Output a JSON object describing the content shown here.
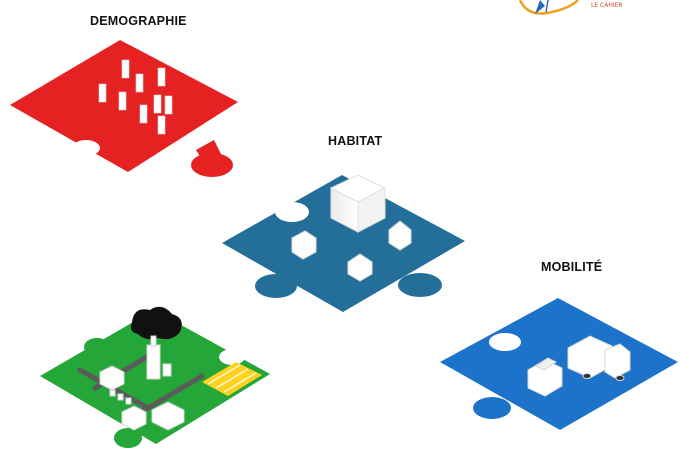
{
  "labels": {
    "demographie": "DEMOGRAPHIE",
    "habitat": "HABITAT",
    "mobilite": "MOBILITÉ"
  },
  "logo": {
    "text": "LE CAHIER",
    "icon": "compass-logo-icon"
  },
  "colors": {
    "demographie": "#e52121",
    "habitat": "#236f9a",
    "mobilite": "#1d73c9",
    "urbain": "#24a638",
    "crosswalk": "#ffd21f",
    "road": "#5b5b5b",
    "building": "#ffffff"
  },
  "pieces": [
    "demographie-piece",
    "habitat-piece",
    "urbain-piece",
    "mobilite-piece"
  ]
}
